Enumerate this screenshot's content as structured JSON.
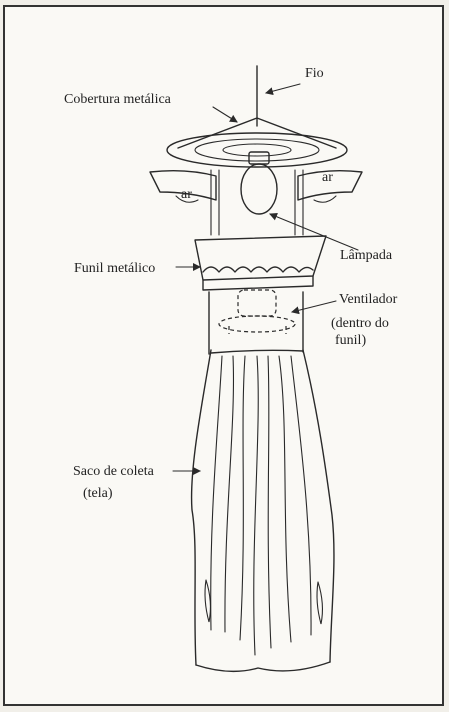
{
  "labels": {
    "fio": "Fio",
    "cobertura": "Cobertura metálica",
    "ar_left": "ar",
    "ar_right": "ar",
    "lampada": "Lâmpada",
    "funil": "Funil metálico",
    "ventilador": "Ventilador",
    "dentro_1": "(dentro do",
    "dentro_2": "funil)",
    "saco_1": "Saco de coleta",
    "saco_2": "(tela)"
  }
}
